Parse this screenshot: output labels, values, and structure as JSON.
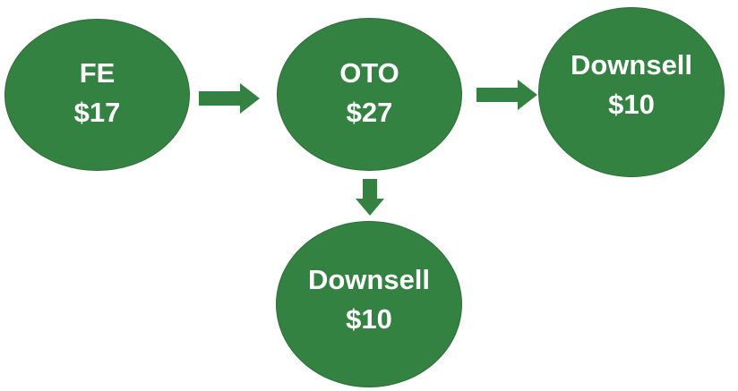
{
  "colors": {
    "node_fill": "#348241",
    "arrow_fill": "#348241",
    "text": "#ffffff"
  },
  "nodes": {
    "fe": {
      "label": "FE",
      "price": "$17"
    },
    "oto": {
      "label": "OTO",
      "price": "$27"
    },
    "downsell_right": {
      "label": "Downsell",
      "price": "$10"
    },
    "downsell_bottom": {
      "label": "Downsell",
      "price": "$10"
    }
  },
  "edges": [
    {
      "from": "FE",
      "to": "OTO"
    },
    {
      "from": "OTO",
      "to": "Downsell (right)"
    },
    {
      "from": "OTO",
      "to": "Downsell (below)"
    }
  ]
}
